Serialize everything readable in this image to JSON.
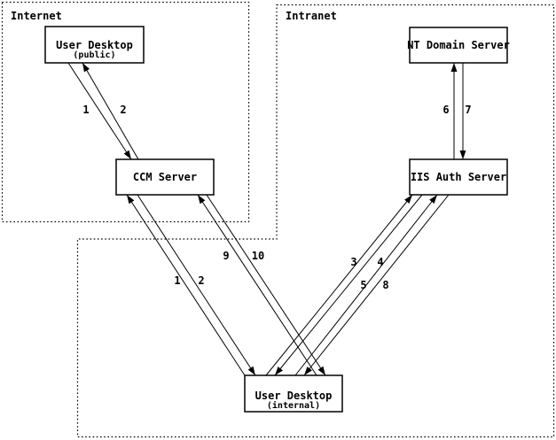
{
  "colors": {
    "background": "#ffffff",
    "line": "#000000"
  },
  "zones": {
    "internet": {
      "label": "Internet"
    },
    "intranet": {
      "label": "Intranet"
    }
  },
  "nodes": {
    "user_desktop_public": {
      "title": "User Desktop",
      "subtitle": "(public)"
    },
    "ccm_server": {
      "title": "CCM Server"
    },
    "nt_domain_server": {
      "title": "NT Domain Server"
    },
    "iis_auth_server": {
      "title": "IIS Auth Server"
    },
    "user_desktop_internal": {
      "title": "User Desktop",
      "subtitle": "(internal)"
    }
  },
  "edge_labels": {
    "public_1": "1",
    "public_2": "2",
    "internal_1": "1",
    "internal_2": "2",
    "step_3": "3",
    "step_4": "4",
    "step_5": "5",
    "step_6": "6",
    "step_7": "7",
    "step_8": "8",
    "step_9": "9",
    "step_10": "10"
  }
}
